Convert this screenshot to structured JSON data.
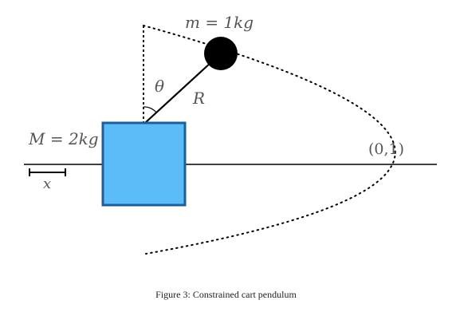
{
  "diagram": {
    "labels": {
      "pendulum_mass": "m = 1kg",
      "cart_mass": "M = 2kg",
      "angle": "θ",
      "rod_length": "R",
      "displacement": "x",
      "point": "(0,1)"
    },
    "colors": {
      "cart_fill": "#5bbcf8",
      "cart_stroke": "#1f5e96",
      "bob_fill": "#000000",
      "line": "#000000",
      "text": "#555555"
    }
  },
  "caption": "Figure 3: Constrained cart pendulum"
}
